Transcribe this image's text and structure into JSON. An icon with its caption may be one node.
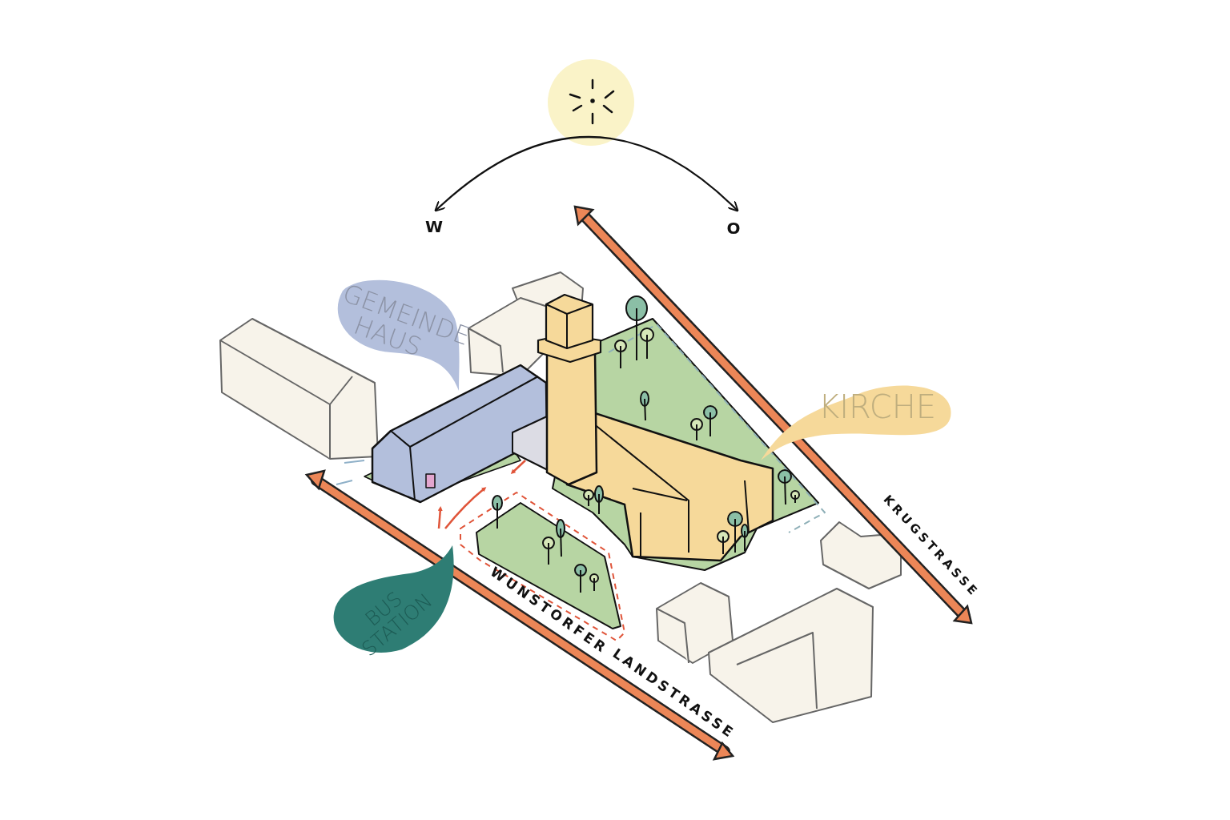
{
  "diagram": {
    "nodes": [
      {
        "text": [
          "GEMEINDE HAUS"
        ]
      },
      {
        "text": [
          "KIRCHE"
        ]
      },
      {
        "text": [
          "BUS STATION"
        ]
      }
    ],
    "labels": [
      "W",
      "O",
      "WUNSTORFER",
      "LANDSTRASSE",
      "KRUGSTRASSE"
    ]
  }
}
